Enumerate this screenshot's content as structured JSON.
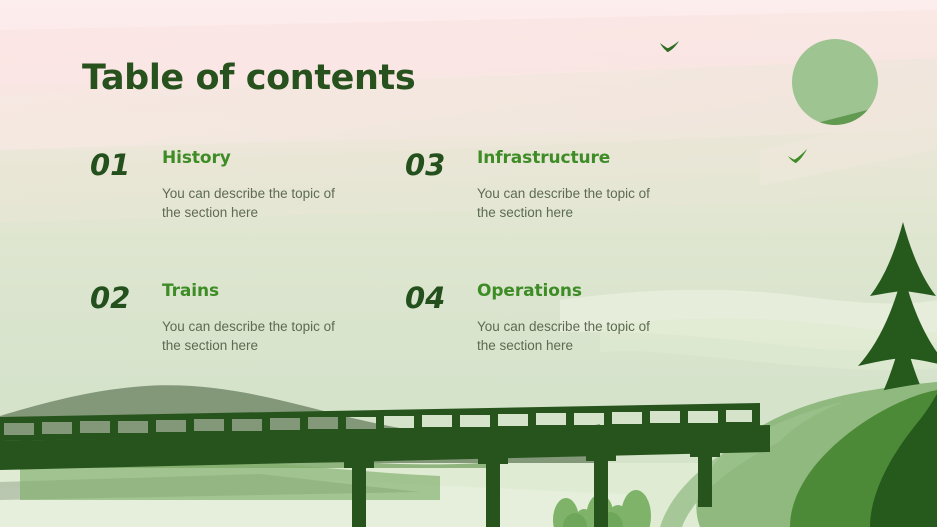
{
  "slide": {
    "title": "Table of contents",
    "items": [
      {
        "number": "01",
        "heading": "History",
        "description": "You can describe the topic of the section here"
      },
      {
        "number": "02",
        "heading": "Trains",
        "description": "You can describe the topic of the section here"
      },
      {
        "number": "03",
        "heading": "Infrastructure",
        "description": "You can describe the topic of the section here"
      },
      {
        "number": "04",
        "heading": "Operations",
        "description": "You can describe the topic of the section here"
      }
    ]
  },
  "illustration": {
    "scene": "railway-viaduct-landscape",
    "elements": [
      "sun-circle",
      "bird-left",
      "bird-right",
      "pine-tree",
      "railway-bridge",
      "hills",
      "shrubs"
    ]
  },
  "colors": {
    "title_green": "#27521d",
    "number_green": "#23501c",
    "heading_green": "#3d8c26",
    "body_green": "#5d6b53",
    "sky_pink": "#fdeeee",
    "sky_beige": "#ece7d9",
    "field_green": "#d5e3cb",
    "bridge_dark": "#26541c",
    "tree_dark": "#255a1c",
    "hill_mid": "#4d8a37",
    "hill_light": "#8fb97f",
    "hill_gray": "#7e9474",
    "sun_light": "#9dc491",
    "sun_dark": "#639a52"
  }
}
